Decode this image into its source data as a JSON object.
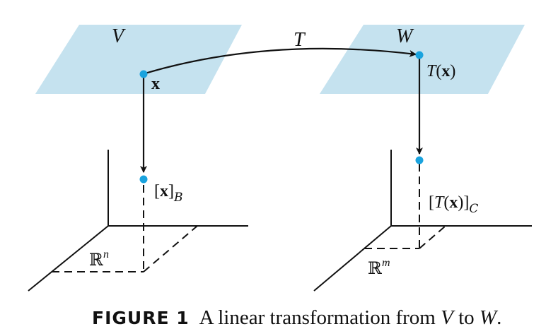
{
  "colors": {
    "plane_fill": "#c5e2ef",
    "point": "#1aa3de",
    "line": "#111111"
  },
  "labels": {
    "space_v": "V",
    "space_w": "W",
    "map": "T",
    "vector_x": "x",
    "vector_tx": "T(x)",
    "coord_x_open": "[",
    "coord_x_bold": "x",
    "coord_x_close": "]",
    "coord_x_sub": "B",
    "coord_tx": "[T(x)]",
    "coord_tx_sub": "C",
    "rn_base": "ℝ",
    "rn_exp": "n",
    "rm_base": "ℝ",
    "rm_exp": "m"
  },
  "caption": {
    "tag": "FIGURE 1",
    "text_prefix": "A linear transformation from ",
    "v": "V",
    "mid": " to ",
    "w": "W",
    "end": "."
  }
}
